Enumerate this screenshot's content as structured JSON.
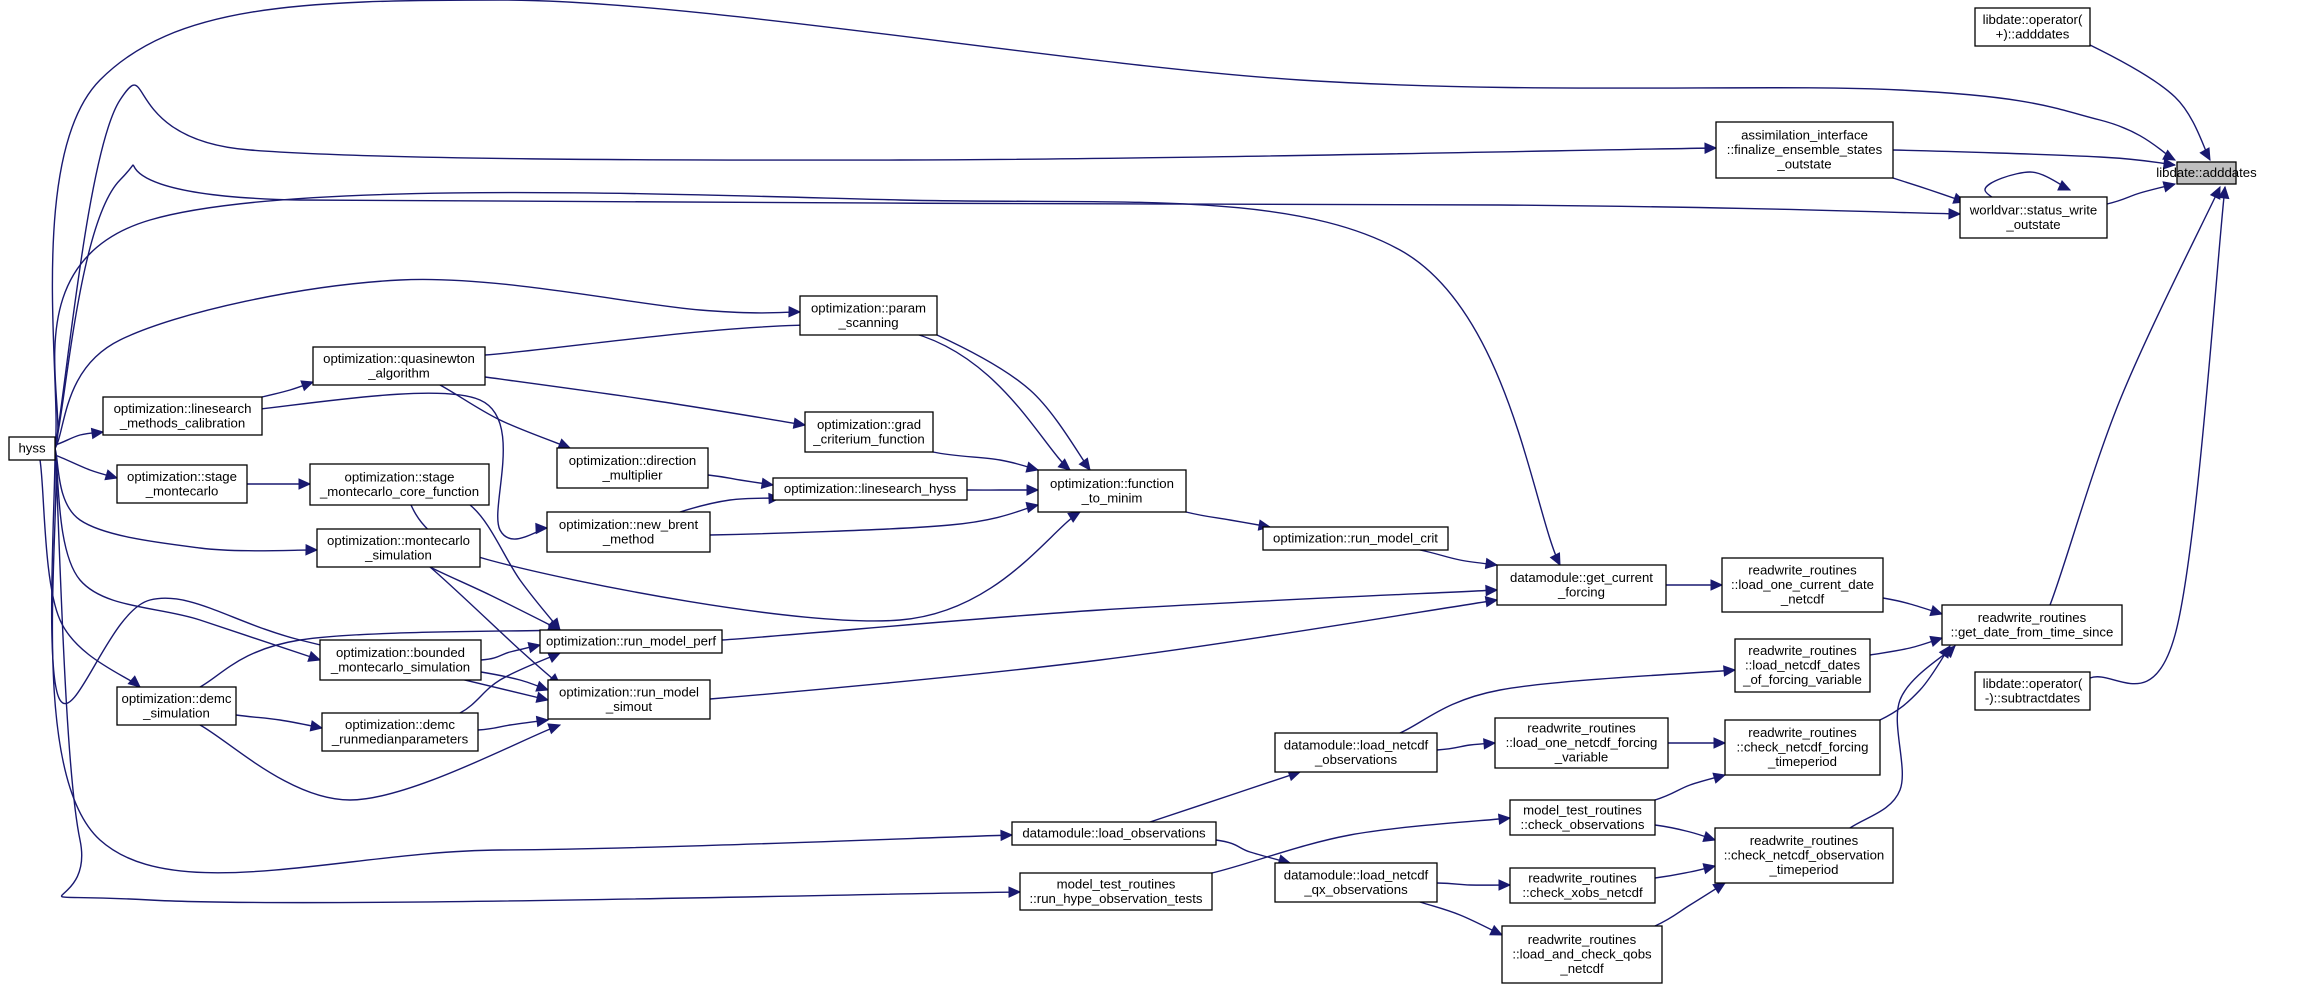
{
  "graph": {
    "root_id": "adddates",
    "nodes": [
      {
        "id": "adddates",
        "lines": [
          "libdate::adddates"
        ]
      },
      {
        "id": "op_plus",
        "lines": [
          "libdate::operator(",
          "+)::adddates"
        ]
      },
      {
        "id": "op_minus",
        "lines": [
          "libdate::operator(",
          "-)::subtractdates"
        ]
      },
      {
        "id": "assim",
        "lines": [
          "assimilation_interface",
          "::finalize_ensemble_states",
          "_outstate"
        ]
      },
      {
        "id": "worldvar",
        "lines": [
          "worldvar::status_write",
          "_outstate"
        ]
      },
      {
        "id": "getdate",
        "lines": [
          "readwrite_routines",
          "::get_date_from_time_since"
        ]
      },
      {
        "id": "load_one_cur",
        "lines": [
          "readwrite_routines",
          "::load_one_current_date",
          "_netcdf"
        ]
      },
      {
        "id": "load_dates",
        "lines": [
          "readwrite_routines",
          "::load_netcdf_dates",
          "_of_forcing_variable"
        ]
      },
      {
        "id": "chk_forcing_tp",
        "lines": [
          "readwrite_routines",
          "::check_netcdf_forcing",
          "_timeperiod"
        ]
      },
      {
        "id": "chk_obs_tp",
        "lines": [
          "readwrite_routines",
          "::check_netcdf_observation",
          "_timeperiod"
        ]
      },
      {
        "id": "get_current",
        "lines": [
          "datamodule::get_current",
          "_forcing"
        ]
      },
      {
        "id": "load_one_forcing",
        "lines": [
          "readwrite_routines",
          "::load_one_netcdf_forcing",
          "_variable"
        ]
      },
      {
        "id": "dm_load_nc_obs",
        "lines": [
          "datamodule::load_netcdf",
          "_observations"
        ]
      },
      {
        "id": "mtr_chk_obs",
        "lines": [
          "model_test_routines",
          "::check_observations"
        ]
      },
      {
        "id": "rw_chk_xobs",
        "lines": [
          "readwrite_routines",
          "::check_xobs_netcdf"
        ]
      },
      {
        "id": "dm_load_qx",
        "lines": [
          "datamodule::load_netcdf",
          "_qx_observations"
        ]
      },
      {
        "id": "rw_load_qobs",
        "lines": [
          "readwrite_routines",
          "::load_and_check_qobs",
          "_netcdf"
        ]
      },
      {
        "id": "dm_load_obs",
        "lines": [
          "datamodule::load_observations"
        ]
      },
      {
        "id": "mtr_run_tests",
        "lines": [
          "model_test_routines",
          "::run_hype_observation_tests"
        ]
      },
      {
        "id": "run_model_crit",
        "lines": [
          "optimization::run_model_crit"
        ]
      },
      {
        "id": "func_minim",
        "lines": [
          "optimization::function",
          "_to_minim"
        ]
      },
      {
        "id": "param_scan",
        "lines": [
          "optimization::param",
          "_scanning"
        ]
      },
      {
        "id": "grad_crit",
        "lines": [
          "optimization::grad",
          "_criterium_function"
        ]
      },
      {
        "id": "ls_hyss",
        "lines": [
          "optimization::linesearch_hyss"
        ]
      },
      {
        "id": "quasi",
        "lines": [
          "optimization::quasinewton",
          "_algorithm"
        ]
      },
      {
        "id": "dir_mult",
        "lines": [
          "optimization::direction",
          "_multiplier"
        ]
      },
      {
        "id": "new_brent",
        "lines": [
          "optimization::new_brent",
          "_method"
        ]
      },
      {
        "id": "ls_calib",
        "lines": [
          "optimization::linesearch",
          "_methods_calibration"
        ]
      },
      {
        "id": "stage_mc",
        "lines": [
          "optimization::stage",
          "_montecarlo"
        ]
      },
      {
        "id": "stage_mc_core",
        "lines": [
          "optimization::stage",
          "_montecarlo_core_function"
        ]
      },
      {
        "id": "mc_sim",
        "lines": [
          "optimization::montecarlo",
          "_simulation"
        ]
      },
      {
        "id": "run_perf",
        "lines": [
          "optimization::run_model_perf"
        ]
      },
      {
        "id": "bounded_mc",
        "lines": [
          "optimization::bounded",
          "_montecarlo_simulation"
        ]
      },
      {
        "id": "run_simout",
        "lines": [
          "optimization::run_model",
          "_simout"
        ]
      },
      {
        "id": "demc_sim",
        "lines": [
          "optimization::demc",
          "_simulation"
        ]
      },
      {
        "id": "demc_run",
        "lines": [
          "optimization::demc",
          "_runmedianparameters"
        ]
      },
      {
        "id": "hyss",
        "lines": [
          "hyss"
        ]
      }
    ]
  }
}
